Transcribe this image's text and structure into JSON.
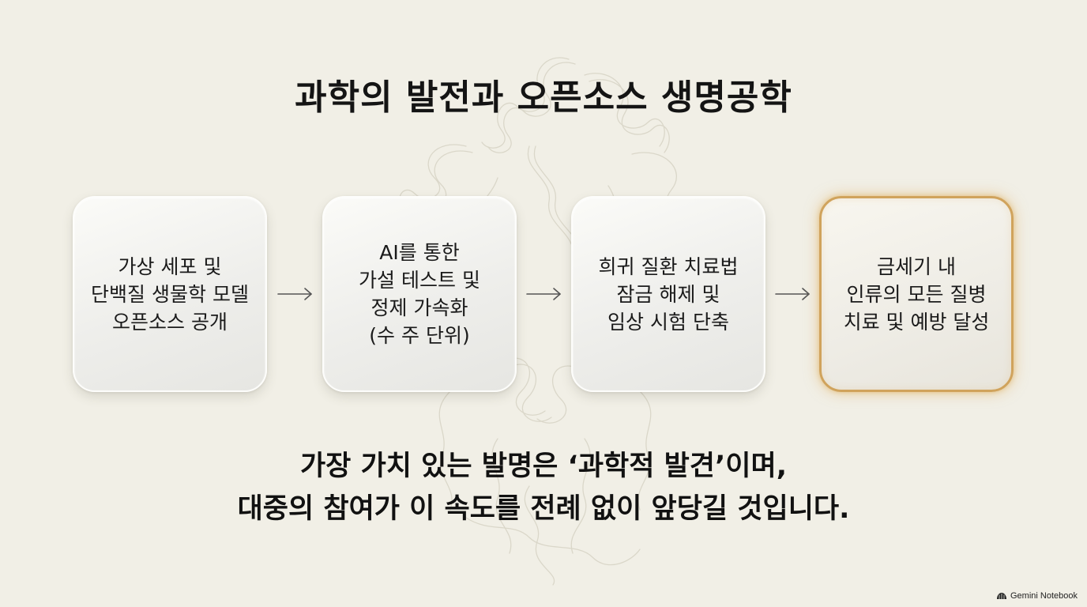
{
  "title": "과학의 발전과 오픈소스 생명공학",
  "steps": [
    {
      "text": "가상 세포 및\n단백질 생물학 모델\n오픈소스 공개",
      "highlighted": false
    },
    {
      "text": "AI를 통한\n가설 테스트 및\n정제 가속화\n(수 주 단위)",
      "highlighted": false
    },
    {
      "text": "희귀 질환 치료법\n잠금 해제 및\n임상 시험 단축",
      "highlighted": false
    },
    {
      "text": "금세기 내\n인류의 모든 질병\n치료 및 예방 달성",
      "highlighted": true
    }
  ],
  "quote": {
    "line1": "가장 가치 있는 발명은 ‘과학적 발견’이며,",
    "line2": "대중의 참여가 이 속도를 전례 없이 앞당길 것입니다."
  },
  "branding": {
    "label": "Gemini Notebook",
    "icon": "gemini-notebook-logo-icon"
  },
  "colors": {
    "background": "#f1efe6",
    "card_fill": "#eeeeeb",
    "highlight_border": "#d0a35c",
    "text": "#111111"
  }
}
